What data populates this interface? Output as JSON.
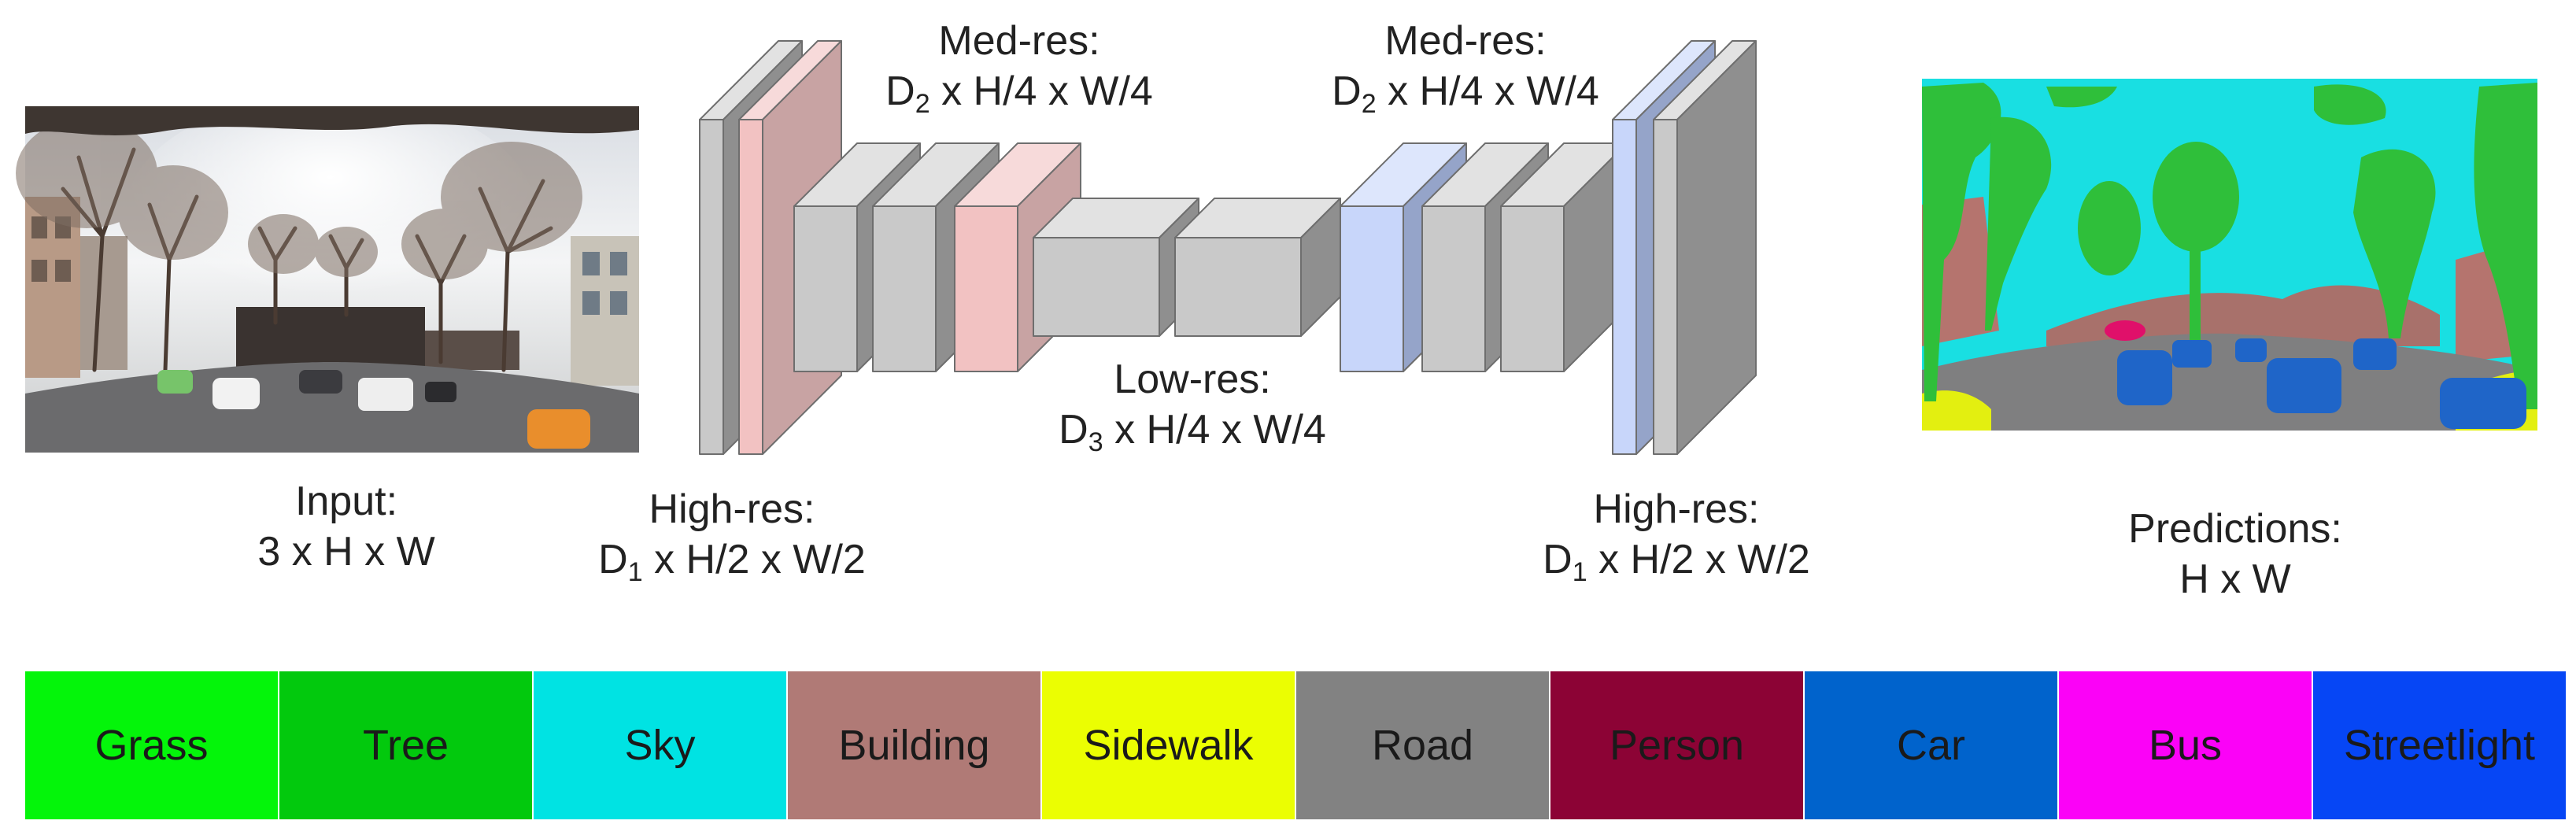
{
  "labels": {
    "input": {
      "title": "Input:",
      "dims": "3 x H x W"
    },
    "high_res_left": {
      "title": "High-res:",
      "sym": "D",
      "sub": "1",
      "rest": " x H/2 x W/2"
    },
    "med_res_left": {
      "title": "Med-res:",
      "sym": "D",
      "sub": "2",
      "rest": " x H/4 x W/4"
    },
    "low_res": {
      "title": "Low-res:",
      "sym": "D",
      "sub": "3",
      "rest": " x H/4 x W/4"
    },
    "med_res_right": {
      "title": "Med-res:",
      "sym": "D",
      "sub": "2",
      "rest": " x H/4 x W/4"
    },
    "high_res_right": {
      "title": "High-res:",
      "sym": "D",
      "sub": "1",
      "rest": " x H/2 x W/2"
    },
    "predictions": {
      "title": "Predictions:",
      "dims": "H x W"
    }
  },
  "legend": [
    {
      "label": "Grass",
      "color": "#04f50a"
    },
    {
      "label": "Tree",
      "color": "#02c90d"
    },
    {
      "label": "Sky",
      "color": "#00e3e3"
    },
    {
      "label": "Building",
      "color": "#b07a76"
    },
    {
      "label": "Sidewalk",
      "color": "#ebfe02"
    },
    {
      "label": "Road",
      "color": "#828282"
    },
    {
      "label": "Person",
      "color": "#8c0335"
    },
    {
      "label": "Car",
      "color": "#0063cc"
    },
    {
      "label": "Bus",
      "color": "#fb02f7"
    },
    {
      "label": "Streetlight",
      "color": "#0646f5"
    }
  ],
  "colors": {
    "block_gray": "#c8c8c8",
    "block_pink": "#f2c2c2",
    "block_blue": "#c8d6fa"
  }
}
